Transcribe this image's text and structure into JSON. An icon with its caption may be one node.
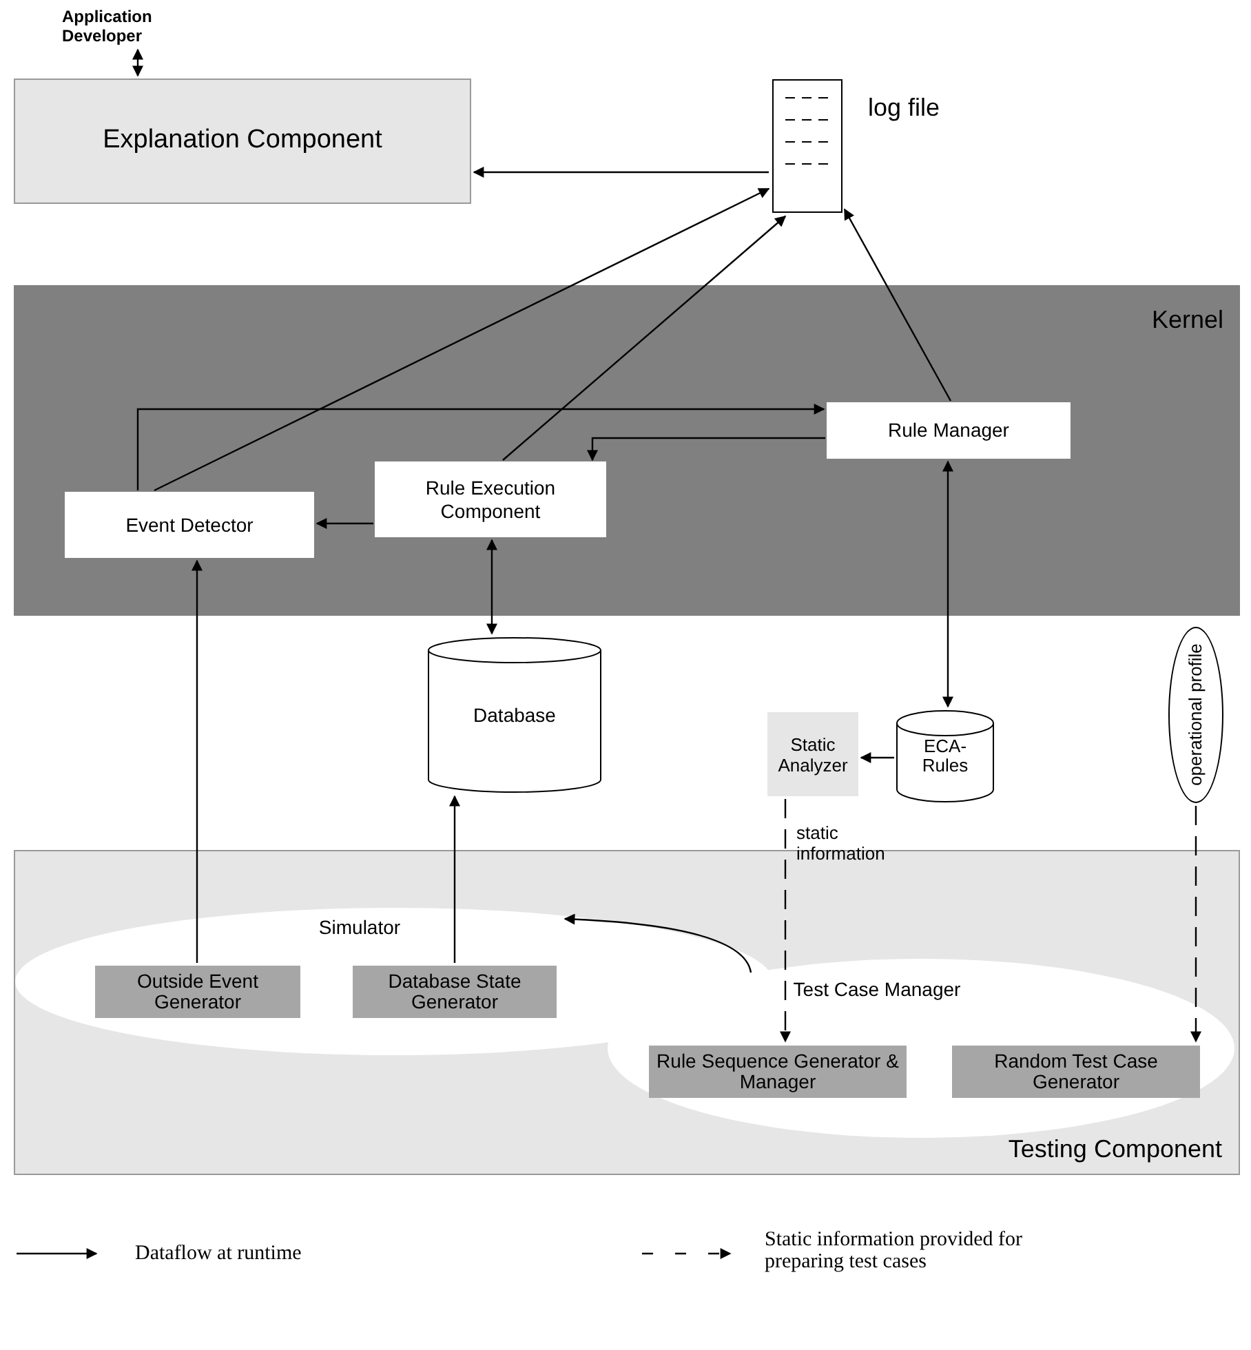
{
  "diagram": {
    "nodes": [
      {
        "text": [
          "Application Developer"
        ]
      },
      {
        "text": [
          "Explanation Component"
        ]
      },
      {
        "text": [],
        "shape": "box",
        "beside": [
          "log file"
        ]
      },
      {
        "text": [
          "Kernel"
        ]
      },
      {
        "text": [
          "Rule Manager"
        ],
        "in": 3
      },
      {
        "text": [
          "Rule Execution Component"
        ],
        "in": 3
      },
      {
        "text": [
          "Event Detector"
        ],
        "in": 3
      },
      {
        "text": [
          "Database"
        ]
      },
      {
        "text": [
          "Static Analyzer"
        ]
      },
      {
        "text": [
          "ECA-Rules"
        ]
      },
      {
        "text": [
          "operational profile"
        ]
      },
      {
        "text": [
          "Testing Component"
        ]
      },
      {
        "text": [
          "Simulator"
        ],
        "in": 11
      },
      {
        "text": [
          "Outside Event Generator"
        ],
        "in": 12
      },
      {
        "text": [
          "Database State Generator"
        ],
        "in": 12
      },
      {
        "text": [
          "Test Case Manager"
        ],
        "in": 11
      },
      {
        "text": [
          "Rule Sequence Generator & Manager"
        ],
        "in": 15
      },
      {
        "text": [
          "Random Test Case Generator"
        ],
        "in": 15
      }
    ],
    "edges": [
      {
        "from": 0,
        "to": 1,
        "arrow": "both"
      },
      {
        "from": 2,
        "to": 1,
        "arrow": "to"
      },
      {
        "from": 6,
        "to": 2,
        "arrow": "to"
      },
      {
        "from": 5,
        "to": 2,
        "arrow": "to"
      },
      {
        "from": 4,
        "to": 2,
        "arrow": "to"
      },
      {
        "from": 6,
        "to": 4,
        "arrow": "to"
      },
      {
        "from": 4,
        "to": 5,
        "arrow": "to"
      },
      {
        "from": 5,
        "to": 6,
        "arrow": "to"
      },
      {
        "from": 5,
        "to": 7,
        "arrow": "both"
      },
      {
        "from": 4,
        "to": 9,
        "arrow": "both"
      },
      {
        "from": 9,
        "to": 8,
        "arrow": "to"
      },
      {
        "from": 8,
        "to": 16,
        "arrow": "to",
        "style": "dashed",
        "label": "static information"
      },
      {
        "from": 10,
        "to": 17,
        "arrow": "to",
        "style": "dashed"
      },
      {
        "from": 13,
        "to": 6,
        "arrow": "to"
      },
      {
        "from": 14,
        "to": 7,
        "arrow": "to"
      },
      {
        "from": 15,
        "to": 12,
        "arrow": "to"
      }
    ],
    "legend": [
      {
        "text": "Dataflow at runtime"
      },
      {
        "text": "Static information provided for preparing test cases"
      }
    ]
  }
}
